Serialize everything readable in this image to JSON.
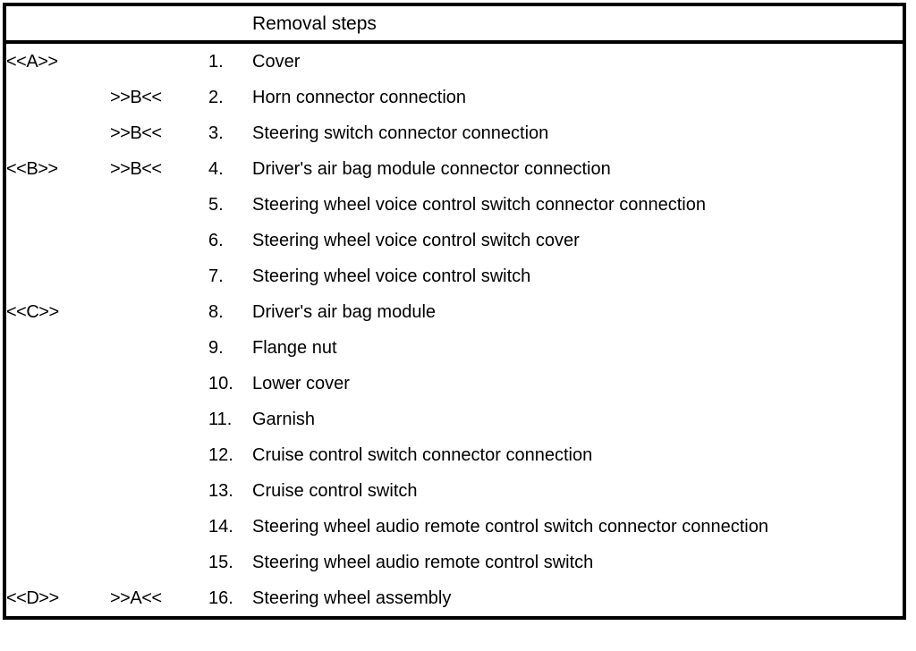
{
  "table": {
    "columns": [
      {
        "key": "mark_a",
        "header": ""
      },
      {
        "key": "mark_b",
        "header": ""
      },
      {
        "key": "number",
        "header": ""
      },
      {
        "key": "step",
        "header": "Removal steps"
      }
    ],
    "header": {
      "mark_a": "",
      "mark_b": "",
      "number": "",
      "step": "Removal steps"
    },
    "rows": [
      {
        "mark_a": "<<A>>",
        "mark_b": "",
        "number": "1.",
        "step": "Cover"
      },
      {
        "mark_a": "",
        "mark_b": ">>B<<",
        "number": "2.",
        "step": "Horn connector connection"
      },
      {
        "mark_a": "",
        "mark_b": ">>B<<",
        "number": "3.",
        "step": "Steering switch connector connection"
      },
      {
        "mark_a": "<<B>>",
        "mark_b": ">>B<<",
        "number": "4.",
        "step": "Driver's air bag module connector connection"
      },
      {
        "mark_a": "",
        "mark_b": "",
        "number": "5.",
        "step": "Steering wheel voice control switch connector connection"
      },
      {
        "mark_a": "",
        "mark_b": "",
        "number": "6.",
        "step": "Steering wheel voice control switch cover"
      },
      {
        "mark_a": "",
        "mark_b": "",
        "number": "7.",
        "step": "Steering wheel voice control switch"
      },
      {
        "mark_a": "<<C>>",
        "mark_b": "",
        "number": "8.",
        "step": "Driver's air bag module"
      },
      {
        "mark_a": "",
        "mark_b": "",
        "number": "9.",
        "step": "Flange nut"
      },
      {
        "mark_a": "",
        "mark_b": "",
        "number": "10.",
        "step": "Lower cover"
      },
      {
        "mark_a": "",
        "mark_b": "",
        "number": "11.",
        "step": "Garnish"
      },
      {
        "mark_a": "",
        "mark_b": "",
        "number": "12.",
        "step": "Cruise control switch connector connection"
      },
      {
        "mark_a": "",
        "mark_b": "",
        "number": "13.",
        "step": "Cruise control switch"
      },
      {
        "mark_a": "",
        "mark_b": "",
        "number": "14.",
        "step": "Steering wheel audio remote control switch connector connection"
      },
      {
        "mark_a": "",
        "mark_b": "",
        "number": "15.",
        "step": "Steering wheel audio remote control switch"
      },
      {
        "mark_a": "<<D>>",
        "mark_b": ">>A<<",
        "number": "16.",
        "step": "Steering wheel assembly"
      }
    ]
  },
  "style": {
    "border_color": "#000000",
    "background": "#ffffff",
    "text_color": "#000000"
  }
}
